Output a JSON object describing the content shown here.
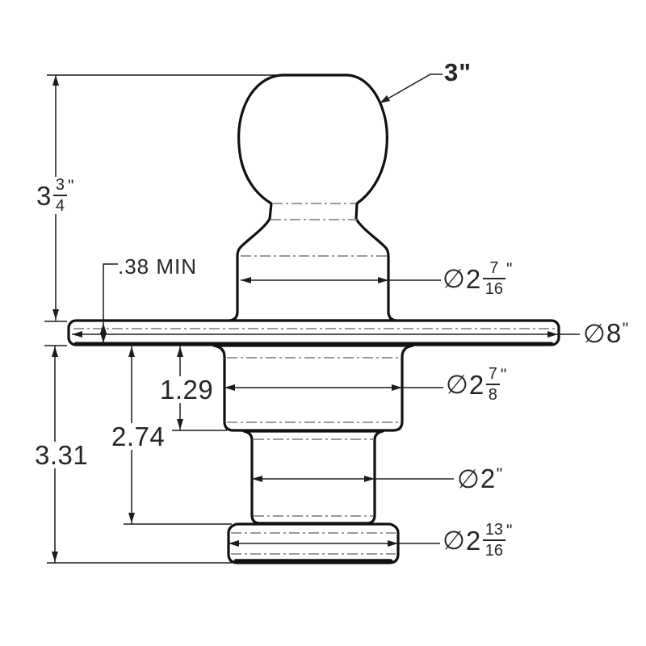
{
  "colors": {
    "background": "#ffffff",
    "part_outline": "#111111",
    "dimension_lines": "#1c1c1c",
    "phantom_lines": "#8c8c8c",
    "text": "#262626"
  },
  "labels": {
    "ball_size": {
      "text": "3\""
    },
    "height_3_3_4": {
      "whole": "3",
      "num": "3",
      "den": "4",
      "unit": "\""
    },
    "flange_thickness": {
      "text": ".38 MIN"
    },
    "dia_neck": {
      "phi": "∅",
      "whole": "2",
      "num": "7",
      "den": "16",
      "unit": "\""
    },
    "dia_flange": {
      "phi": "∅",
      "whole": "8",
      "unit": "\""
    },
    "dia_upper_shank": {
      "phi": "∅",
      "whole": "2",
      "num": "7",
      "den": "8",
      "unit": "\""
    },
    "dim_1_29": {
      "text": "1.29"
    },
    "dim_2_74": {
      "text": "2.74"
    },
    "dim_3_31": {
      "text": "3.31"
    },
    "dia_shank": {
      "phi": "∅",
      "whole": "2",
      "unit": "\""
    },
    "dia_bottom_collar": {
      "phi": "∅",
      "whole": "2",
      "num": "13",
      "den": "16",
      "unit": "\""
    }
  }
}
